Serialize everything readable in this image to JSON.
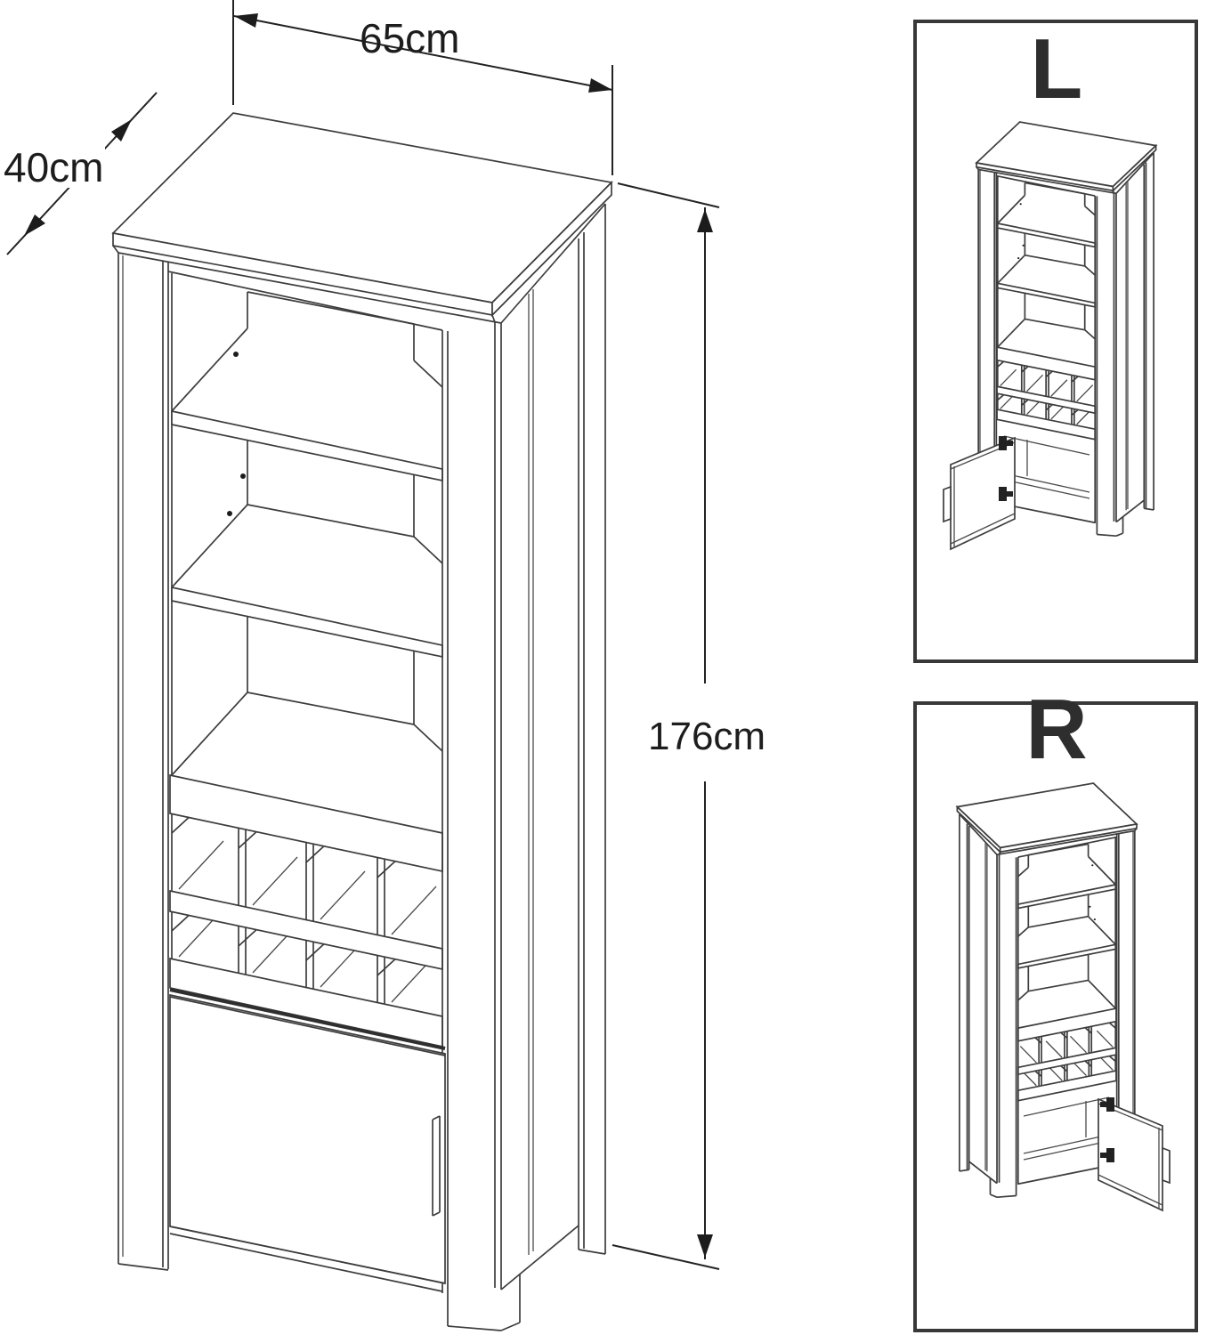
{
  "diagram": {
    "title": "cabinet-dimension-drawing",
    "dimensions": {
      "width_label": "65cm",
      "depth_label": "40cm",
      "height_label": "176cm"
    },
    "variants": [
      {
        "code": "L"
      },
      {
        "code": "R"
      }
    ]
  },
  "colors": {
    "background": "#ffffff",
    "line": "#3d3d3d",
    "dimension": "#222222",
    "panel_border": "#383838",
    "letter": "#2e2e2e"
  }
}
